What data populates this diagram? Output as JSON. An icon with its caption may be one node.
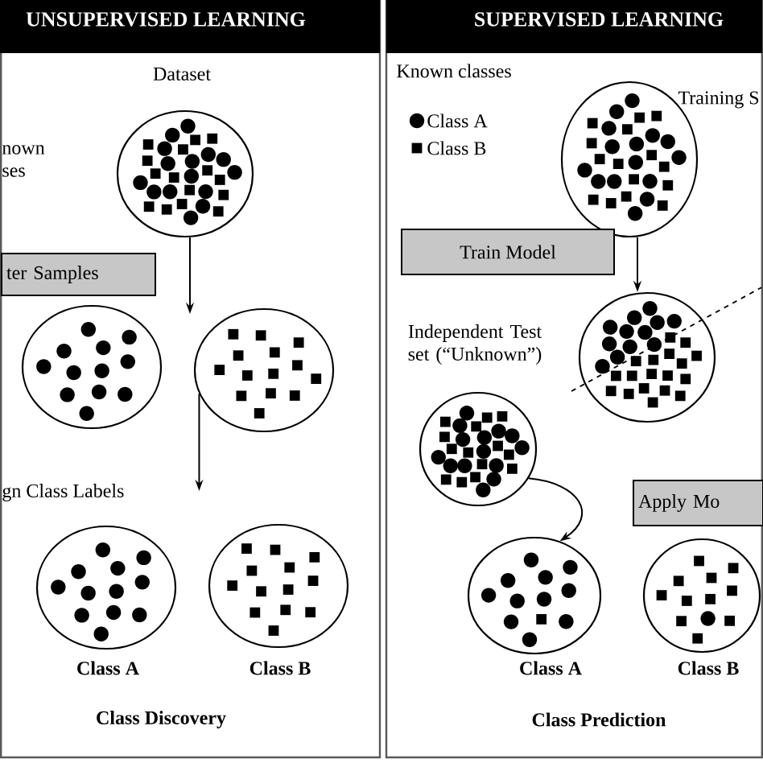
{
  "diagram": {
    "nodes": [
      {
        "text": [
          "UNSUPERVISED LEARNING"
        ]
      },
      {
        "text": [
          "SUPERVISED LEARNING"
        ]
      },
      {
        "text": [],
        "shape": "circle"
      },
      {
        "text": [
          "ter Samples"
        ]
      },
      {
        "text": [],
        "shape": "circle"
      },
      {
        "text": [],
        "shape": "circle"
      },
      {
        "text": [],
        "shape": "circle",
        "beside": [
          "Class A"
        ]
      },
      {
        "text": [],
        "shape": "circle",
        "beside": [
          "Class B"
        ]
      },
      {
        "text": [],
        "shape": "circle",
        "beside": [
          "Training S"
        ]
      },
      {
        "text": [
          "Train Model"
        ]
      },
      {
        "text": [],
        "shape": "circle"
      },
      {
        "text": [],
        "shape": "circle",
        "beside": [
          "Independent Test set (“Unknown”)"
        ]
      },
      {
        "text": [
          "Apply Mo"
        ]
      },
      {
        "text": [],
        "shape": "circle",
        "beside": [
          "Class A"
        ]
      },
      {
        "text": [],
        "shape": "circle",
        "beside": [
          "Class B"
        ]
      }
    ],
    "edges": [
      {
        "from": 2,
        "to": null,
        "arrow": "to"
      },
      {
        "from": 5,
        "to": null,
        "arrow": "to"
      },
      {
        "from": 8,
        "to": 10,
        "arrow": "to"
      },
      {
        "from": 11,
        "to": 13,
        "arrow": "to"
      }
    ],
    "labels": [
      "Dataset",
      "nown ses",
      "gn Class Labels",
      "Class Discovery",
      "Known classes",
      "Class Prediction"
    ],
    "legend": [
      {
        "text": "Class A"
      },
      {
        "text": "Class B"
      }
    ]
  }
}
